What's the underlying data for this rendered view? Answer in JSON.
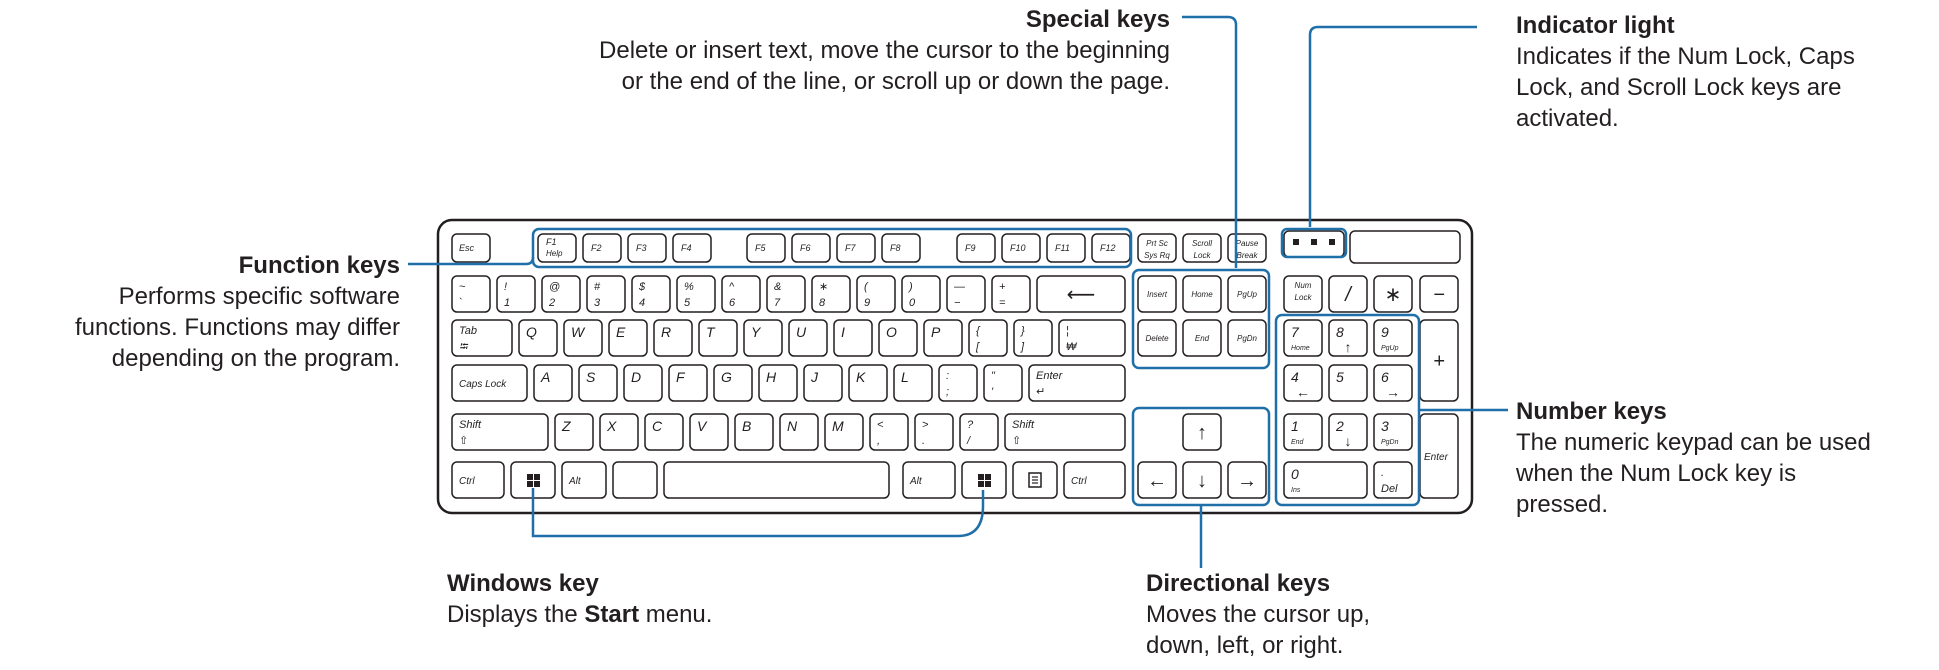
{
  "callouts": {
    "special_keys": {
      "title": "Special keys",
      "desc_line1": "Delete or insert text, move the cursor to the beginning",
      "desc_line2": "or the end of the line, or scroll up or down the page."
    },
    "indicator_light": {
      "title": "Indicator light",
      "desc_line1": "Indicates if the Num Lock, Caps",
      "desc_line2": "Lock, and Scroll Lock keys are",
      "desc_line3": "activated."
    },
    "function_keys": {
      "title": "Function keys",
      "desc_line1": "Performs specific software",
      "desc_line2": "functions. Functions may differ",
      "desc_line3": "depending on the program."
    },
    "number_keys": {
      "title": "Number keys",
      "desc_line1": "The numeric keypad can be used",
      "desc_line2": "when the Num Lock key is",
      "desc_line3": "pressed."
    },
    "windows_key": {
      "title": "Windows key",
      "desc_prefix": "Displays the ",
      "desc_bold": "Start",
      "desc_suffix": " menu."
    },
    "directional_keys": {
      "title": "Directional keys",
      "desc_line1": "Moves the cursor up,",
      "desc_line2": "down, left, or right."
    }
  },
  "colors": {
    "callout_line": "#1f6fa8",
    "key_outline": "#231f20"
  },
  "keyboard": {
    "keys": [
      {
        "id": "esc",
        "top": "Esc",
        "bottom": ""
      },
      {
        "id": "f1",
        "top": "F1",
        "bottom": "Help"
      },
      {
        "id": "f2",
        "top": "F2",
        "bottom": ""
      },
      {
        "id": "f3",
        "top": "F3",
        "bottom": ""
      },
      {
        "id": "f4",
        "top": "F4",
        "bottom": ""
      },
      {
        "id": "f5",
        "top": "F5",
        "bottom": ""
      },
      {
        "id": "f6",
        "top": "F6",
        "bottom": ""
      },
      {
        "id": "f7",
        "top": "F7",
        "bottom": ""
      },
      {
        "id": "f8",
        "top": "F8",
        "bottom": ""
      },
      {
        "id": "f9",
        "top": "F9",
        "bottom": ""
      },
      {
        "id": "f10",
        "top": "F10",
        "bottom": ""
      },
      {
        "id": "f11",
        "top": "F11",
        "bottom": ""
      },
      {
        "id": "f12",
        "top": "F12",
        "bottom": ""
      },
      {
        "id": "prtsc",
        "top": "Prt Sc",
        "bottom": "Sys Rq"
      },
      {
        "id": "scroll",
        "top": "Scroll",
        "bottom": "Lock"
      },
      {
        "id": "pause",
        "top": "Pause",
        "bottom": "Break"
      },
      {
        "id": "indicator-panel",
        "top": "",
        "bottom": ""
      },
      {
        "id": "status-window",
        "top": "",
        "bottom": ""
      },
      {
        "id": "tilde",
        "top": "~",
        "bottom": "`"
      },
      {
        "id": "1",
        "top": "!",
        "bottom": "1"
      },
      {
        "id": "2",
        "top": "@",
        "bottom": "2"
      },
      {
        "id": "3",
        "top": "#",
        "bottom": "3"
      },
      {
        "id": "4",
        "top": "$",
        "bottom": "4"
      },
      {
        "id": "5",
        "top": "%",
        "bottom": "5"
      },
      {
        "id": "6",
        "top": "^",
        "bottom": "6"
      },
      {
        "id": "7",
        "top": "&",
        "bottom": "7"
      },
      {
        "id": "8",
        "top": "∗",
        "bottom": "8"
      },
      {
        "id": "9",
        "top": "(",
        "bottom": "9"
      },
      {
        "id": "0",
        "top": ")",
        "bottom": "0"
      },
      {
        "id": "minus",
        "top": "—",
        "bottom": "−"
      },
      {
        "id": "equal",
        "top": "+",
        "bottom": "="
      },
      {
        "id": "backspace",
        "top": "⟵",
        "bottom": ""
      },
      {
        "id": "insert",
        "top": "Insert",
        "bottom": ""
      },
      {
        "id": "home",
        "top": "Home",
        "bottom": ""
      },
      {
        "id": "pgup",
        "top": "PgUp",
        "bottom": ""
      },
      {
        "id": "numlock",
        "top": "Num",
        "bottom": "Lock"
      },
      {
        "id": "np-slash",
        "top": "/",
        "bottom": ""
      },
      {
        "id": "np-star",
        "top": "∗",
        "bottom": ""
      },
      {
        "id": "np-minus",
        "top": "−",
        "bottom": ""
      },
      {
        "id": "tab",
        "top": "Tab",
        "bottom": "⭾"
      },
      {
        "id": "q",
        "top": "Q",
        "bottom": ""
      },
      {
        "id": "w",
        "top": "W",
        "bottom": ""
      },
      {
        "id": "e",
        "top": "E",
        "bottom": ""
      },
      {
        "id": "r",
        "top": "R",
        "bottom": ""
      },
      {
        "id": "t",
        "top": "T",
        "bottom": ""
      },
      {
        "id": "y",
        "top": "Y",
        "bottom": ""
      },
      {
        "id": "u",
        "top": "U",
        "bottom": ""
      },
      {
        "id": "i",
        "top": "I",
        "bottom": ""
      },
      {
        "id": "o",
        "top": "O",
        "bottom": ""
      },
      {
        "id": "p",
        "top": "P",
        "bottom": ""
      },
      {
        "id": "lbracket",
        "top": "{",
        "bottom": "["
      },
      {
        "id": "rbracket",
        "top": "}",
        "bottom": "]"
      },
      {
        "id": "backslash",
        "top": "¦",
        "bottom": "₩"
      },
      {
        "id": "delete",
        "top": "Delete",
        "bottom": ""
      },
      {
        "id": "end",
        "top": "End",
        "bottom": ""
      },
      {
        "id": "pgdn",
        "top": "PgDn",
        "bottom": ""
      },
      {
        "id": "np7",
        "top": "7",
        "bottom": "Home"
      },
      {
        "id": "np8",
        "top": "8",
        "bottom": "↑"
      },
      {
        "id": "np9",
        "top": "9",
        "bottom": "PgUp"
      },
      {
        "id": "np-plus",
        "top": "+",
        "bottom": ""
      },
      {
        "id": "capslock",
        "top": "Caps Lock",
        "bottom": ""
      },
      {
        "id": "a",
        "top": "A",
        "bottom": ""
      },
      {
        "id": "s",
        "top": "S",
        "bottom": ""
      },
      {
        "id": "d",
        "top": "D",
        "bottom": ""
      },
      {
        "id": "f",
        "top": "F",
        "bottom": ""
      },
      {
        "id": "g",
        "top": "G",
        "bottom": ""
      },
      {
        "id": "h",
        "top": "H",
        "bottom": ""
      },
      {
        "id": "j",
        "top": "J",
        "bottom": ""
      },
      {
        "id": "k",
        "top": "K",
        "bottom": ""
      },
      {
        "id": "l",
        "top": "L",
        "bottom": ""
      },
      {
        "id": "semicolon",
        "top": ":",
        "bottom": ";"
      },
      {
        "id": "quote",
        "top": "\"",
        "bottom": "'"
      },
      {
        "id": "enter",
        "top": "Enter",
        "bottom": "↵"
      },
      {
        "id": "np4",
        "top": "4",
        "bottom": "←"
      },
      {
        "id": "np5",
        "top": "5",
        "bottom": ""
      },
      {
        "id": "np6",
        "top": "6",
        "bottom": "→"
      },
      {
        "id": "lshift",
        "top": "Shift",
        "bottom": "⇧"
      },
      {
        "id": "z",
        "top": "Z",
        "bottom": ""
      },
      {
        "id": "x",
        "top": "X",
        "bottom": ""
      },
      {
        "id": "c",
        "top": "C",
        "bottom": ""
      },
      {
        "id": "v",
        "top": "V",
        "bottom": ""
      },
      {
        "id": "b",
        "top": "B",
        "bottom": ""
      },
      {
        "id": "n",
        "top": "N",
        "bottom": ""
      },
      {
        "id": "m",
        "top": "M",
        "bottom": ""
      },
      {
        "id": "comma",
        "top": "<",
        "bottom": ","
      },
      {
        "id": "period",
        "top": ">",
        "bottom": "."
      },
      {
        "id": "slash",
        "top": "?",
        "bottom": "/"
      },
      {
        "id": "rshift",
        "top": "Shift",
        "bottom": "⇧"
      },
      {
        "id": "arrow-up",
        "top": "↑",
        "bottom": ""
      },
      {
        "id": "np1",
        "top": "1",
        "bottom": "End"
      },
      {
        "id": "np2",
        "top": "2",
        "bottom": "↓"
      },
      {
        "id": "np3",
        "top": "3",
        "bottom": "PgDn"
      },
      {
        "id": "np-enter",
        "top": "Enter",
        "bottom": ""
      },
      {
        "id": "lctrl",
        "top": "Ctrl",
        "bottom": ""
      },
      {
        "id": "lwin",
        "top": "win",
        "bottom": ""
      },
      {
        "id": "lalt",
        "top": "Alt",
        "bottom": ""
      },
      {
        "id": "blank",
        "top": "",
        "bottom": ""
      },
      {
        "id": "space",
        "top": "",
        "bottom": ""
      },
      {
        "id": "blank2",
        "top": "",
        "bottom": ""
      },
      {
        "id": "ralt",
        "top": "Alt",
        "bottom": ""
      },
      {
        "id": "rwin",
        "top": "win",
        "bottom": ""
      },
      {
        "id": "menu",
        "top": "menu",
        "bottom": ""
      },
      {
        "id": "rctrl",
        "top": "Ctrl",
        "bottom": ""
      },
      {
        "id": "arrow-left",
        "top": "←",
        "bottom": ""
      },
      {
        "id": "arrow-down",
        "top": "↓",
        "bottom": ""
      },
      {
        "id": "arrow-right",
        "top": "→",
        "bottom": ""
      },
      {
        "id": "np0",
        "top": "0",
        "bottom": "Ins"
      },
      {
        "id": "np-dot",
        "top": ".",
        "bottom": "Del"
      }
    ]
  }
}
